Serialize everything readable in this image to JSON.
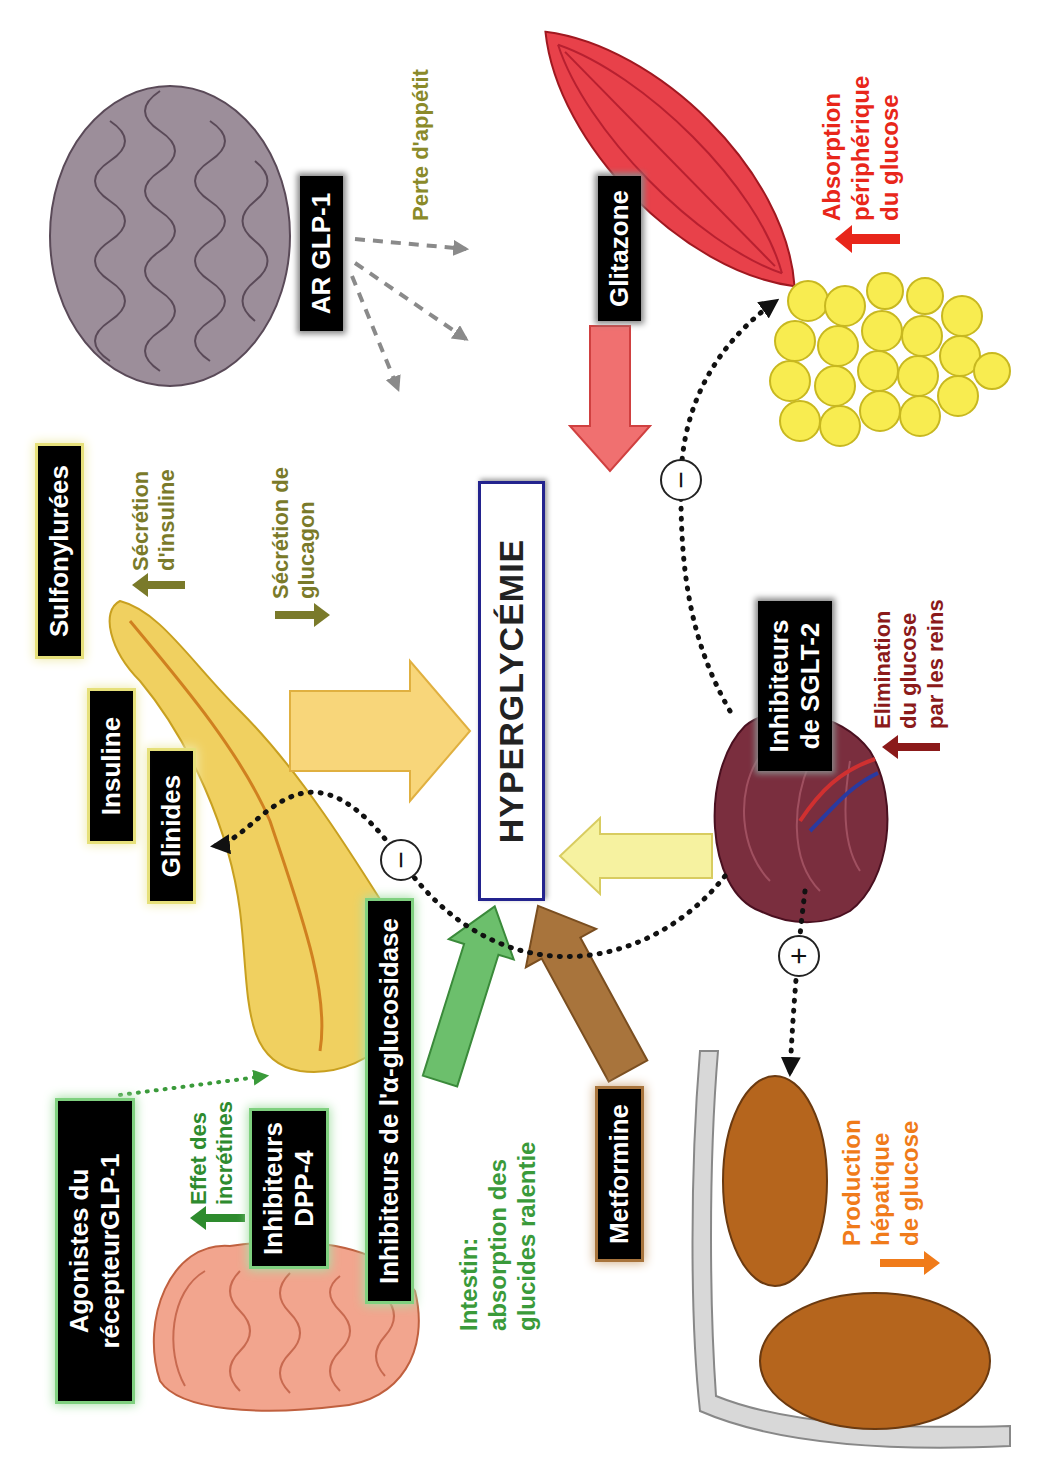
{
  "diagram": {
    "nodes": [
      {
        "text": [
          "Agonistes du récepteurGLP-1"
        ]
      },
      {
        "text": [
          "Inhibiteurs DPP-4"
        ]
      },
      {
        "text": [
          "Inhibiteurs de l'α-glucosidase"
        ]
      },
      {
        "text": [
          "Metformine"
        ]
      },
      {
        "text": [
          "Glinides"
        ]
      },
      {
        "text": [
          "Insuline"
        ]
      },
      {
        "text": [
          "Sulfonylurées"
        ]
      },
      {
        "text": [
          "−"
        ]
      },
      {
        "text": [
          "HYPERGLYCÉMIE"
        ]
      },
      {
        "text": [
          "+"
        ]
      },
      {
        "text": [
          "Inhibiteurs de SGLT-2"
        ]
      },
      {
        "text": [
          "AR GLP-1"
        ]
      },
      {
        "text": [
          "Glitazone"
        ]
      },
      {
        "text": [
          "−"
        ]
      }
    ],
    "labels": [
      "Effet des incrétines",
      "Intestin: absorption des glucides ralentie",
      "Production hépatique de glucose",
      "Elimination du glucose par les reins",
      "Sécrétion d'insuline",
      "Sécrétion de glucagon",
      "Perte d'appétit",
      "Absorption périphérique du glucose"
    ]
  }
}
